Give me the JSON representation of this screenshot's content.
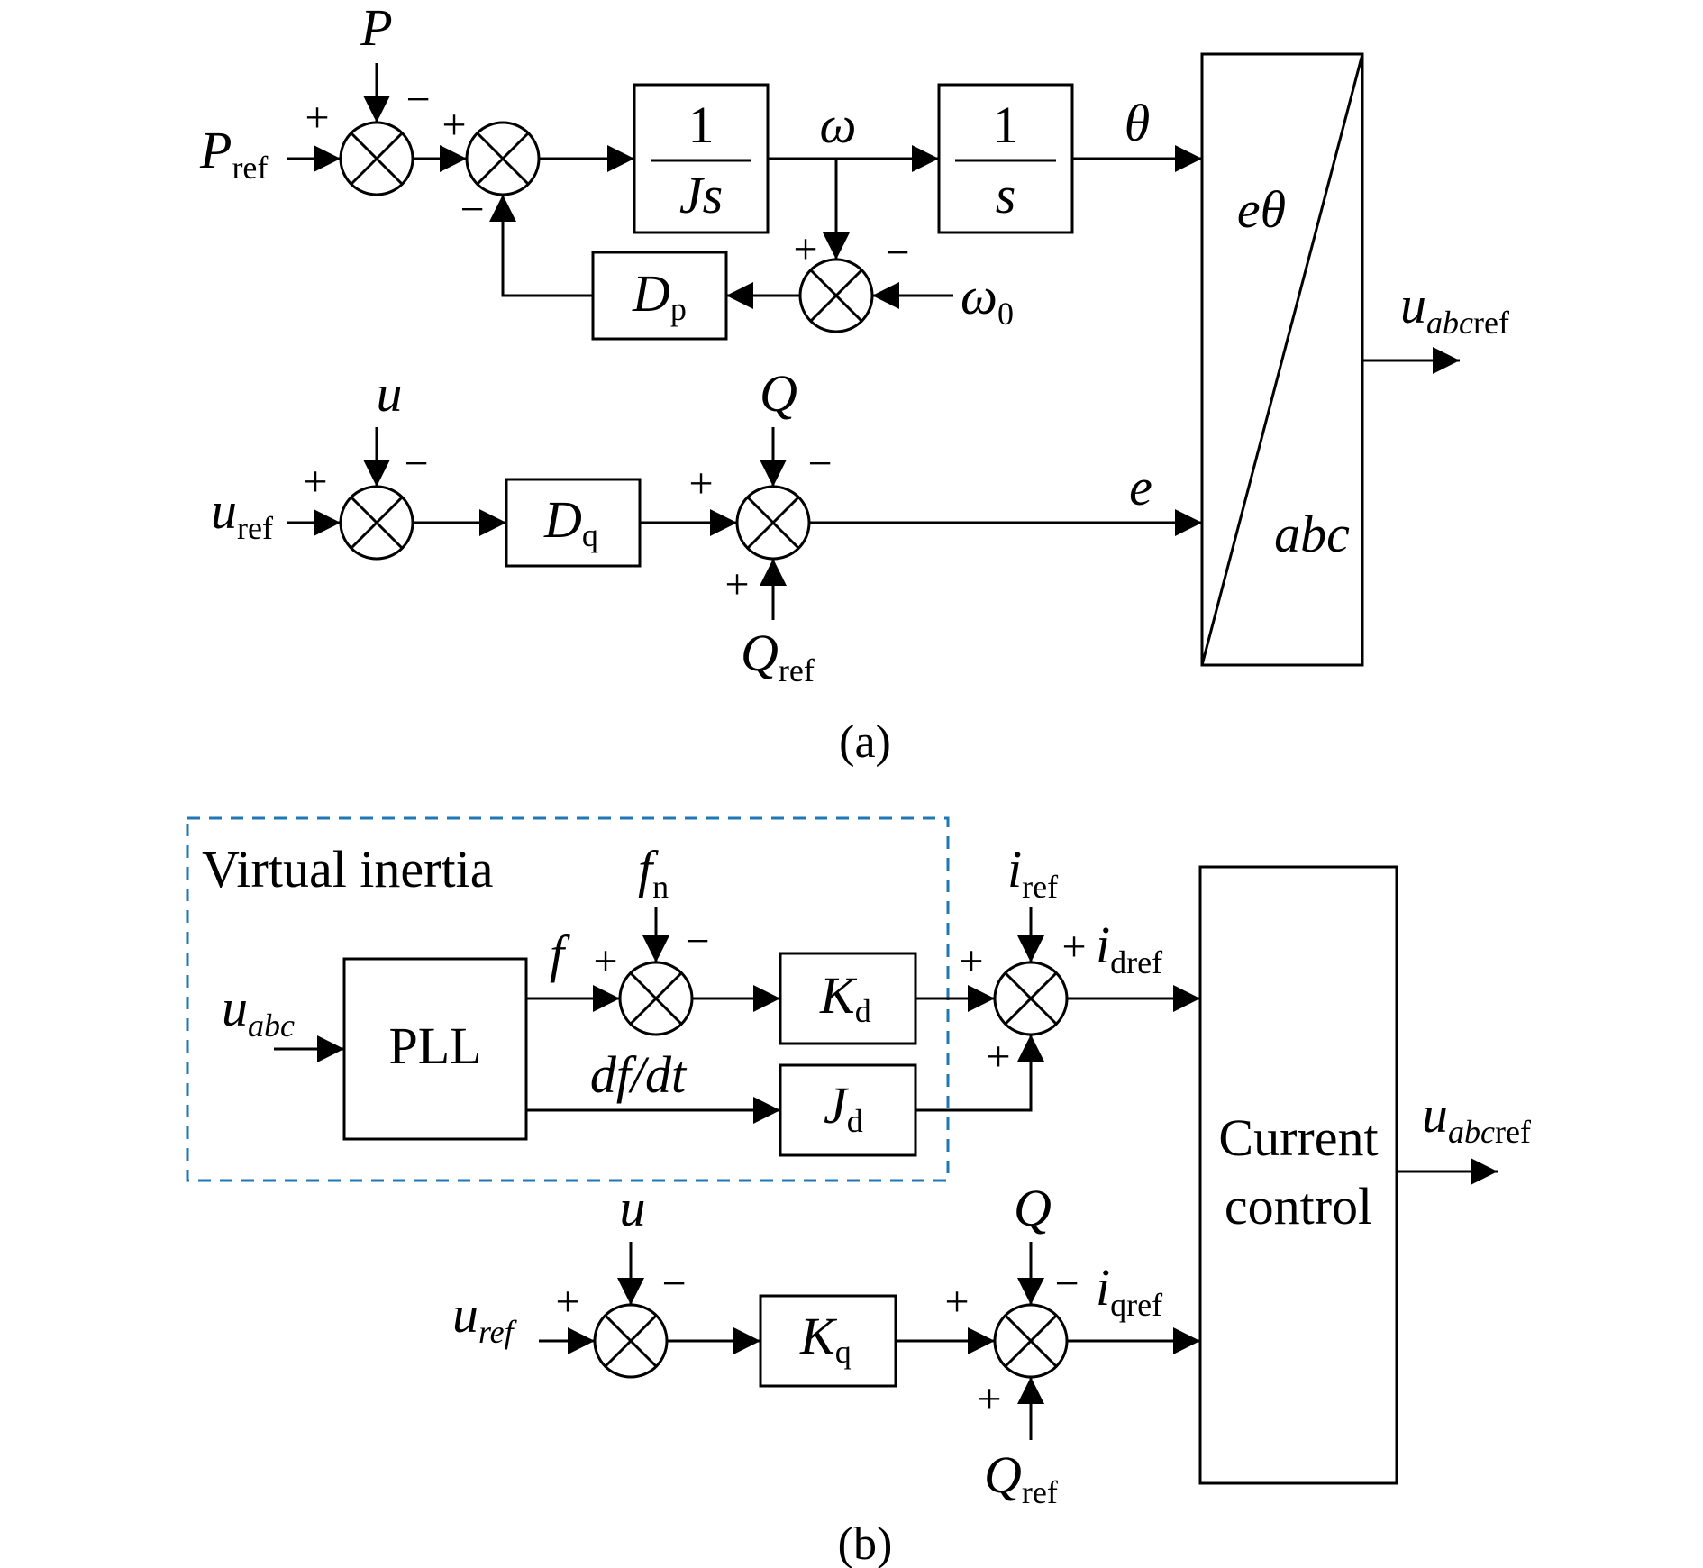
{
  "colors": {
    "stroke": "#000000",
    "background": "#ffffff",
    "dashed_group": "#1f77b4"
  },
  "panel_a": {
    "caption": "(a)",
    "inputs": {
      "p_ref": {
        "main": "P",
        "sub": "ref"
      },
      "p": "P",
      "omega0": {
        "main": "ω",
        "sub": "0"
      },
      "u": "u",
      "u_ref": {
        "main": "u",
        "sub": "ref"
      },
      "q": "Q",
      "q_ref": {
        "main": "Q",
        "sub": "ref"
      }
    },
    "blocks": {
      "inertia": {
        "num": "1",
        "den": "Js"
      },
      "integrator": {
        "num": "1",
        "den": "s"
      },
      "dp": {
        "main": "D",
        "sub": "p"
      },
      "dq": {
        "main": "D",
        "sub": "q"
      },
      "transform": {
        "top": "eθ",
        "bottom": "abc"
      }
    },
    "signals": {
      "omega": "ω",
      "theta": "θ",
      "e": "e",
      "output": {
        "main": "u",
        "sub": "abc",
        "sub2": "ref"
      }
    },
    "signs": {
      "sum1_left": "+",
      "sum1_top": "−",
      "sum2_left": "+",
      "sum2_bottom": "−",
      "sum3_top": "+",
      "sum3_right": "−",
      "sum4_left": "+",
      "sum4_top": "−",
      "sum5_left": "+",
      "sum5_top": "−",
      "sum5_bottom": "+"
    }
  },
  "panel_b": {
    "caption": "(b)",
    "group_label": "Virtual inertia",
    "inputs": {
      "u_abc": {
        "main": "u",
        "sub": "abc"
      },
      "f_n": {
        "main": "f",
        "sub": "n"
      },
      "i_ref": {
        "main": "i",
        "sub": "ref"
      },
      "u": "u",
      "u_ref": {
        "main": "u",
        "sub": "ref"
      },
      "q": "Q",
      "q_ref": {
        "main": "Q",
        "sub": "ref"
      }
    },
    "blocks": {
      "pll": "PLL",
      "kd": {
        "main": "K",
        "sub": "d"
      },
      "jd": {
        "main": "J",
        "sub": "d"
      },
      "kq": {
        "main": "K",
        "sub": "q"
      },
      "current_control": {
        "line1": "Current",
        "line2": "control"
      }
    },
    "signals": {
      "f": "f",
      "dfdt": "df/dt",
      "i_dref": {
        "main": "i",
        "sub": "dref"
      },
      "i_qref": {
        "main": "i",
        "sub": "qref"
      },
      "output": {
        "main": "u",
        "sub": "abc",
        "sub2": "ref"
      }
    },
    "signs": {
      "sumf_left": "+",
      "sumf_top": "−",
      "sumi_left": "+",
      "sumi_top_right": "+",
      "sumi_bottom": "+",
      "sumu_left": "+",
      "sumu_top": "−",
      "sumq_left": "+",
      "sumq_top": "−",
      "sumq_bottom": "+"
    }
  }
}
